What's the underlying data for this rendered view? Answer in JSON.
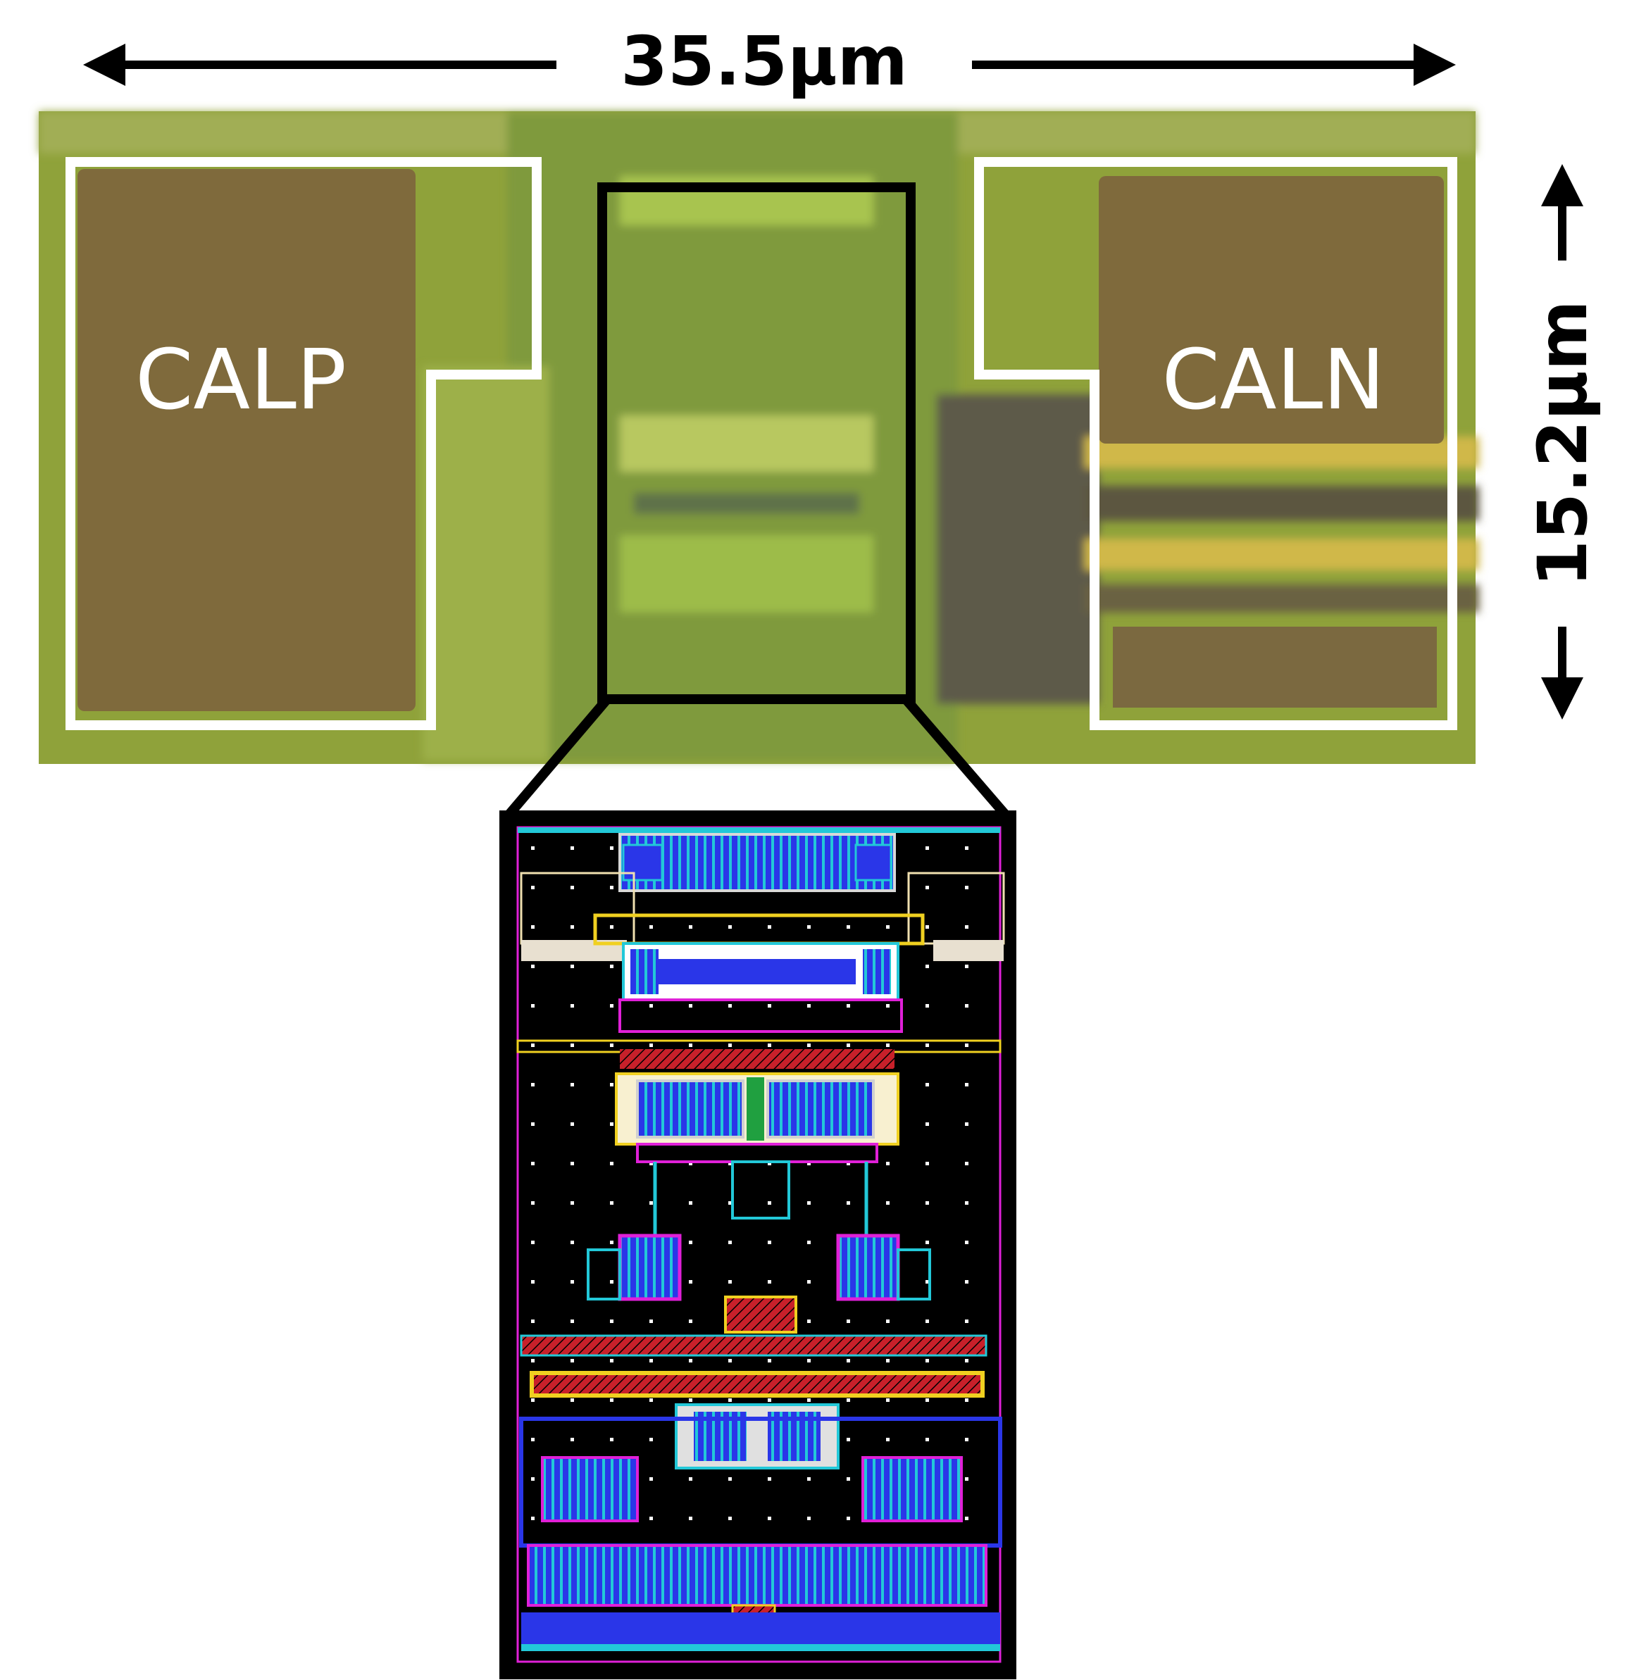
{
  "dimensions": {
    "width_label": "35.5µm",
    "height_label": "15.2µm"
  },
  "pads": {
    "left_label": "CALP",
    "right_label": "CALN"
  },
  "colors": {
    "die_green": "#8fa23a",
    "pad_brown": "#7f6a3c",
    "outline_white": "#ffffff",
    "layout_background": "#000000",
    "layout_metal_blue": "#2a36e8",
    "layout_poly_red": "#d8262c",
    "layout_active_cyan": "#22c8d8",
    "layout_nwell_magenta": "#e020d8",
    "layout_yellow": "#f0d020"
  }
}
